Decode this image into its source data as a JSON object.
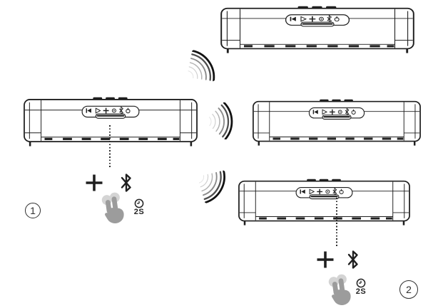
{
  "steps": [
    {
      "number": "1",
      "duration": "2S"
    },
    {
      "number": "2",
      "duration": "2S"
    }
  ],
  "panel_icons": [
    "rewind-icon",
    "play-icon",
    "plus-icon",
    "led-icon",
    "bluetooth-icon",
    "power-icon"
  ],
  "gesture_icons": [
    "plus-icon",
    "bluetooth-icon",
    "two-finger-press-icon",
    "clock-icon"
  ],
  "signal_icon": "wireless-signal-icon",
  "colors": {
    "line": "#1f1f1f",
    "hand": "#9c9c9c",
    "hand_touch": "#d4d4d4",
    "text": "#2d2d2d",
    "background": "#ffffff"
  }
}
